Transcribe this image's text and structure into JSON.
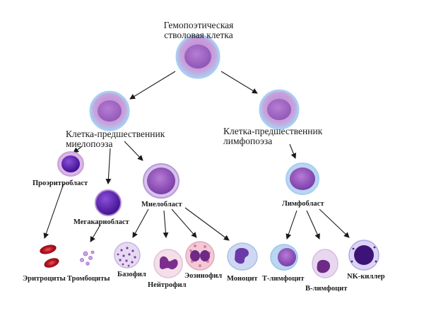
{
  "diagram": {
    "root": {
      "label_line1": "Гемопоэтическая",
      "label_line2": "стволовая клетка"
    },
    "myeloid_progenitor": {
      "label_line1": "Клетка-предшественник",
      "label_line2": "миелопоэза"
    },
    "lymphoid_progenitor": {
      "label_line1": "Клетка-предшественник",
      "label_line2": "лимфопоэза"
    },
    "proerythroblast": "Проэритробласт",
    "megakaryoblast": "Мегакариобласт",
    "myeloblast": "Миелобласт",
    "lymphoblast": "Лимфобласт",
    "mature_cells": {
      "erythrocytes": "Эритроциты",
      "thrombocytes": "Тромбоциты",
      "basophil": "Базофил",
      "neutrophil": "Нейтрофил",
      "eosinophil": "Эозинофил",
      "monocyte": "Моноцит",
      "t_lymphocyte": "Т-лимфоцит",
      "b_lymphocyte": "В-лимфоцит",
      "nk_killer": "NK-киллер"
    },
    "colors": {
      "cell_body": "#c49ad6",
      "cell_rim": "#a9cdf0",
      "nucleus": "#8a4fb8",
      "erythrocyte": "#c0182a",
      "dark_violet": "#5a1fa8",
      "arrow": "#1a1a1a"
    }
  }
}
